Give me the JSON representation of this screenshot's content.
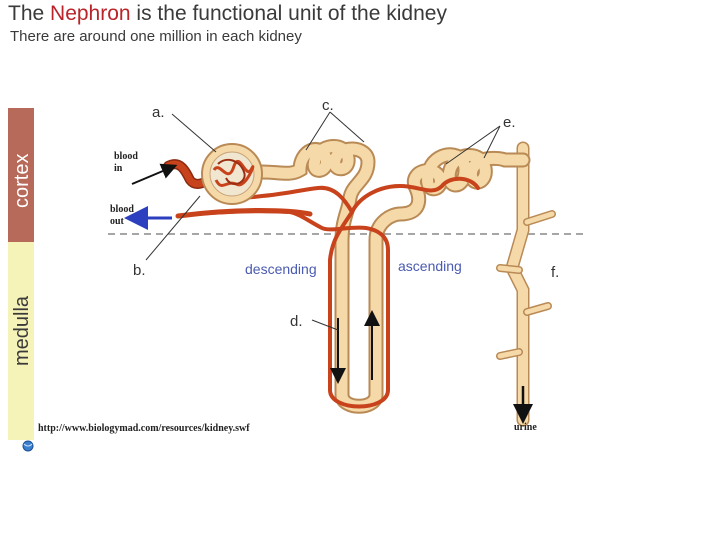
{
  "title": {
    "prefix": "The ",
    "highlight": "Nephron",
    "suffix": " is the functional unit of the kidney"
  },
  "subtitle": "There are around one million in each kidney",
  "zones": {
    "cortex": "cortex",
    "medulla": "medulla"
  },
  "labels": {
    "a": "a.",
    "b": "b.",
    "c": "c.",
    "d": "d.",
    "e": "e.",
    "f": "f.",
    "descending": "descending",
    "ascending": "ascending",
    "blood_in": [
      "blood",
      "in"
    ],
    "blood_out": [
      "blood",
      "out"
    ],
    "urine": "urine"
  },
  "source_url": "http://www.biologymad.com/resources/kidney.swf",
  "colors": {
    "title_text": "#3a3a3a",
    "highlight": "#b8242a",
    "cortex_band": "#b86a5a",
    "medulla_band": "#f6f3b8",
    "tubule_fill": "#f5d9a8",
    "tubule_edge": "#b98a55",
    "vessel": "#c8431c",
    "vessel_edge": "#8a2a10",
    "blood_out_arrow": "#2b3fbf",
    "label": "#333333",
    "descending_label": "#4a5ab0"
  }
}
